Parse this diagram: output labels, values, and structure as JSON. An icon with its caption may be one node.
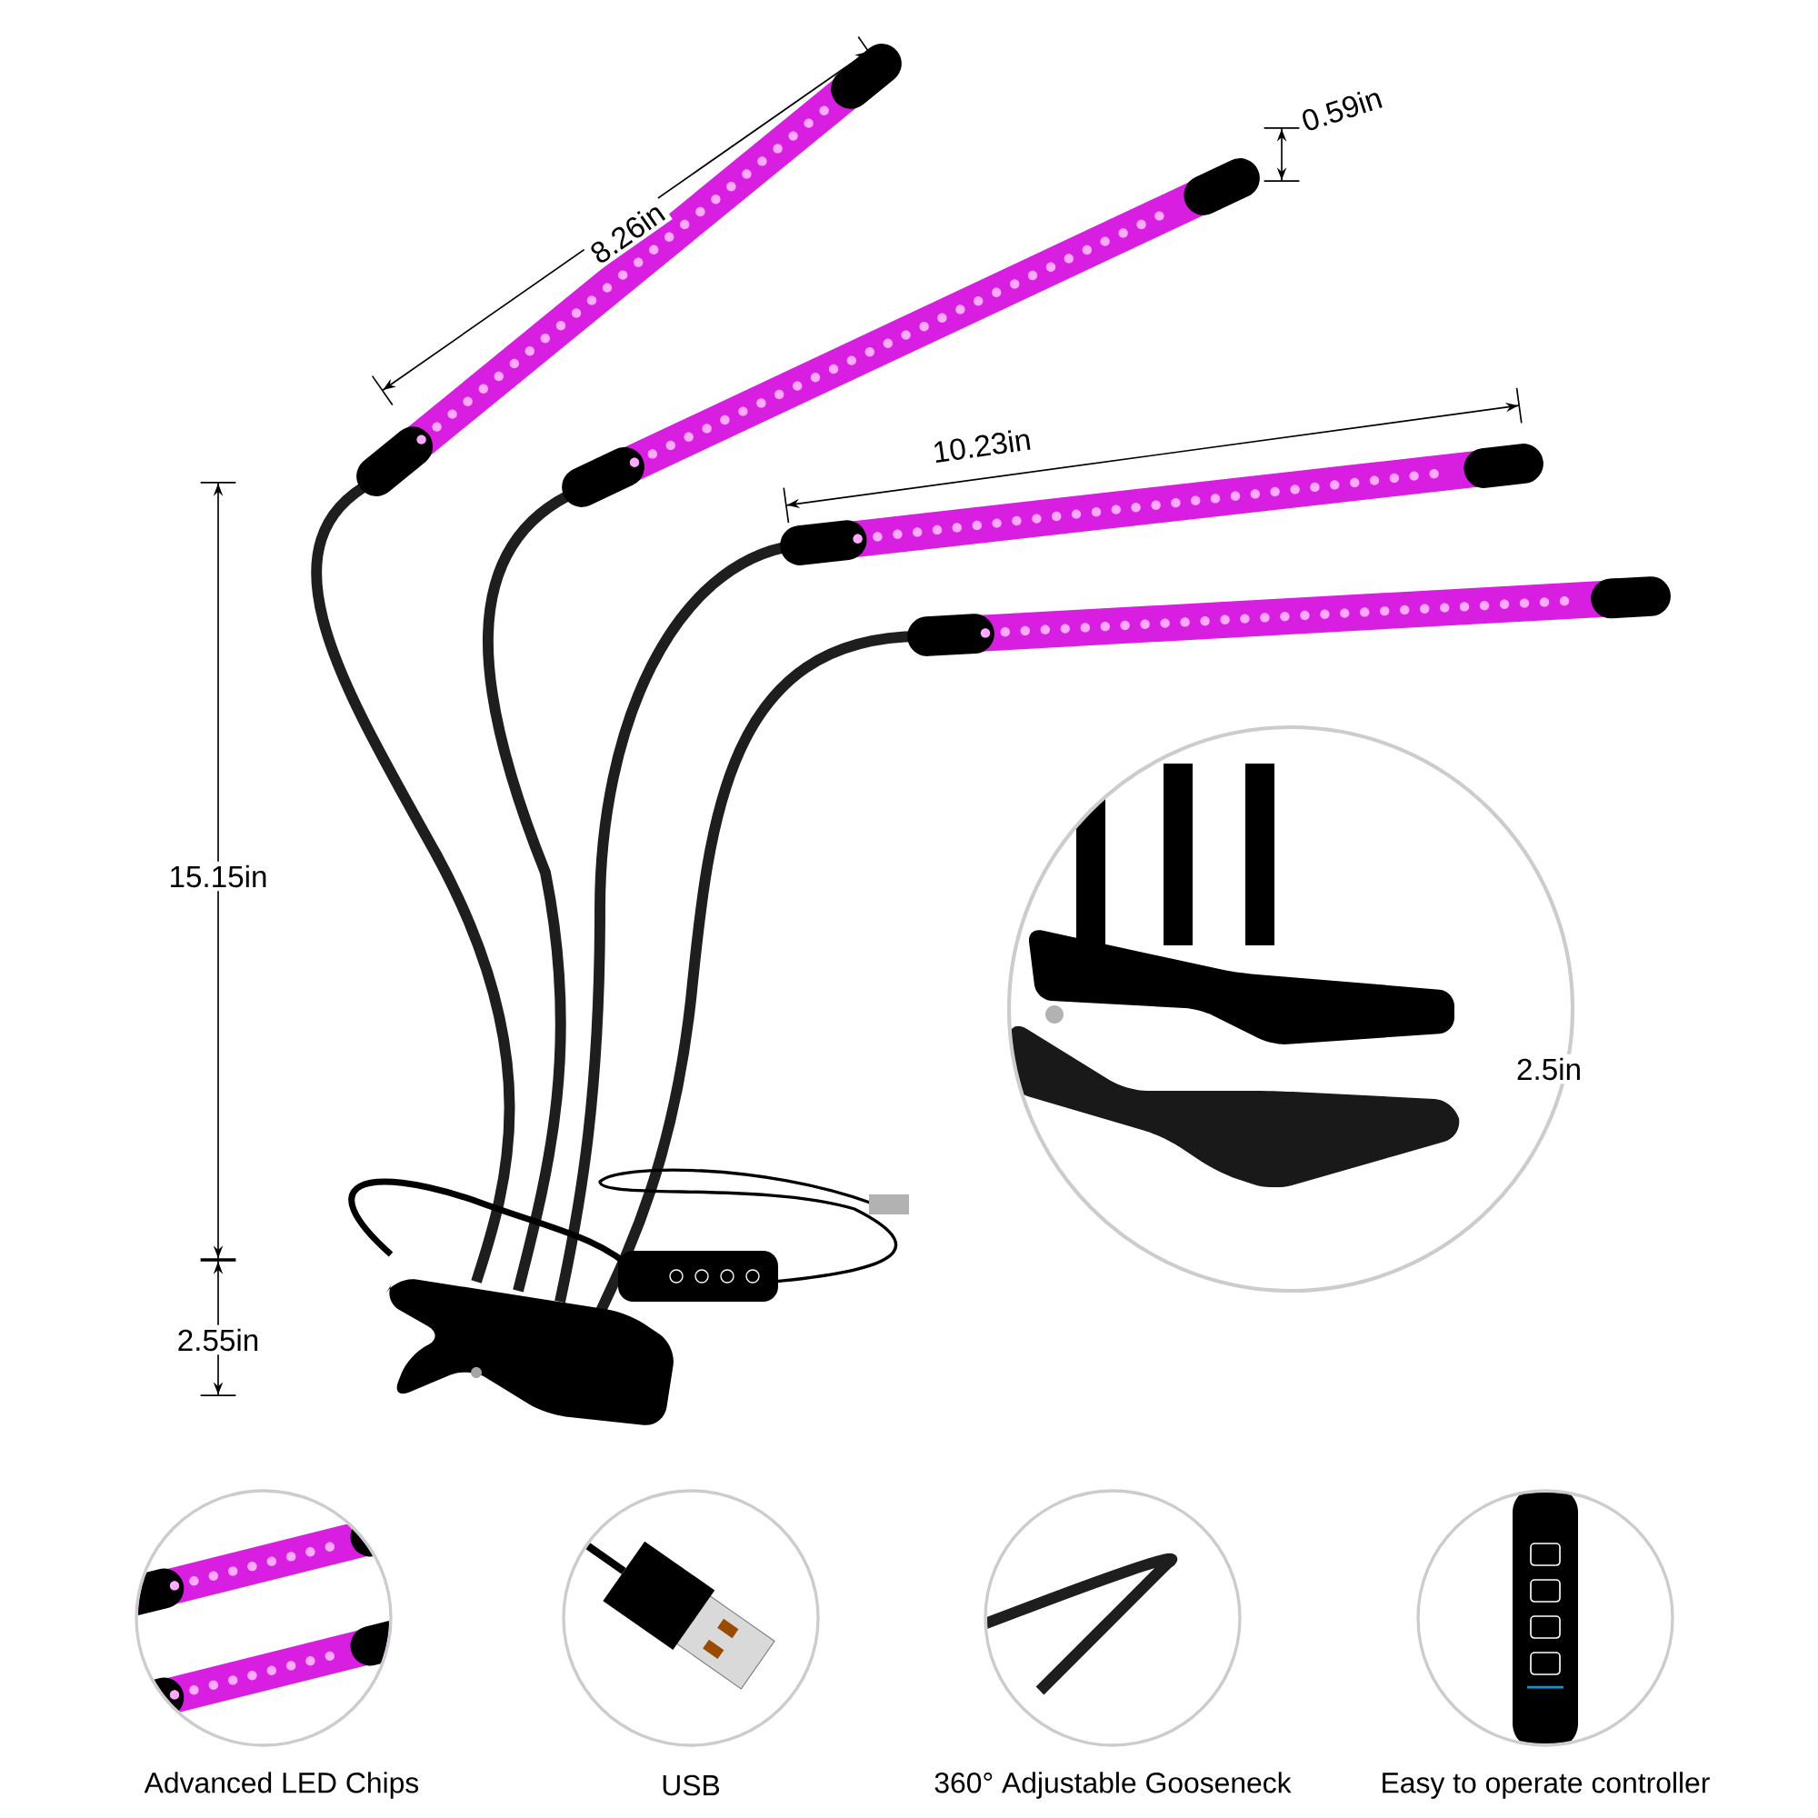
{
  "diagram": {
    "labels": [
      "8.26in",
      "0.59in",
      "10.23in",
      "15.15in",
      "2.55in",
      "2.5in",
      "Advanced LED Chips",
      "USB",
      "360° Adjustable Gooseneck",
      "Easy to operate controller"
    ]
  }
}
